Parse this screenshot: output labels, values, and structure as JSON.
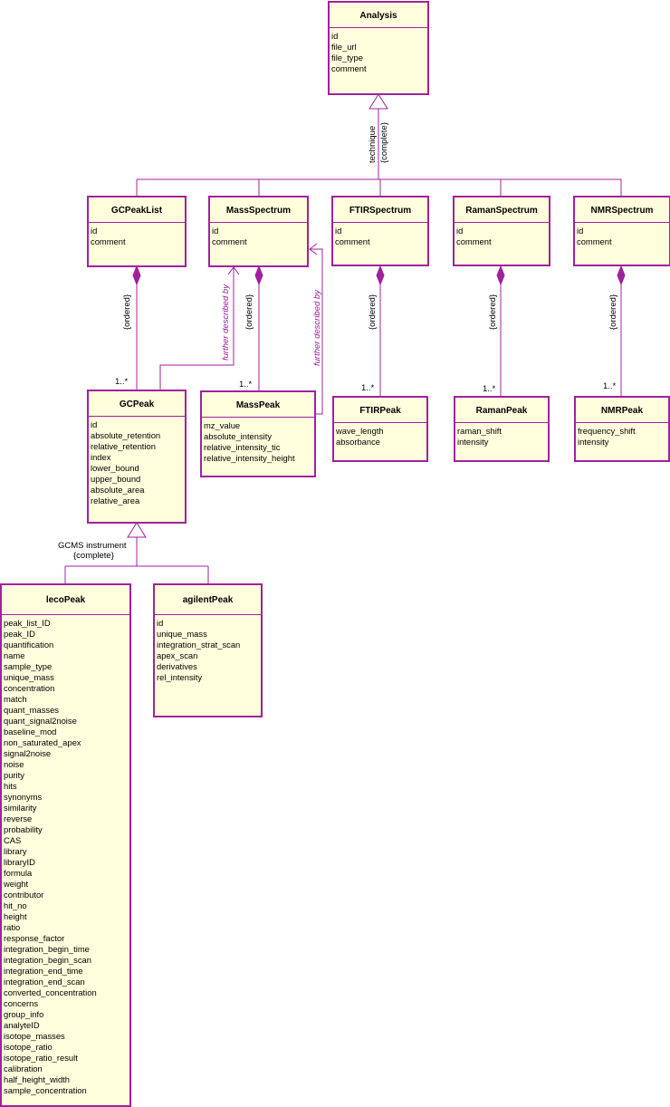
{
  "classes": {
    "analysis": {
      "name": "Analysis",
      "attrs": [
        "id",
        "file_url",
        "file_type",
        "comment"
      ]
    },
    "gcpeaklist": {
      "name": "GCPeakList",
      "attrs": [
        "id",
        "comment"
      ]
    },
    "massspectrum": {
      "name": "MassSpectrum",
      "attrs": [
        "id",
        "comment"
      ]
    },
    "ftirspectrum": {
      "name": "FTIRSpectrum",
      "attrs": [
        "id",
        "comment"
      ]
    },
    "ramanspectrum": {
      "name": "RamanSpectrum",
      "attrs": [
        "id",
        "comment"
      ]
    },
    "nmrspectrum": {
      "name": "NMRSpectrum",
      "attrs": [
        "id",
        "comment"
      ]
    },
    "gcpeak": {
      "name": "GCPeak",
      "attrs": [
        "id",
        "absolute_retention",
        "relative_retention",
        "index",
        "lower_bound",
        "upper_bound",
        "absolute_area",
        "relative_area"
      ]
    },
    "masspeak": {
      "name": "MassPeak",
      "attrs": [
        "mz_value",
        "absolute_intensity",
        "relative_intensity_tic",
        "relative_intensity_height"
      ]
    },
    "ftirpeak": {
      "name": "FTIRPeak",
      "attrs": [
        "wave_length",
        "absorbance"
      ]
    },
    "ramanpeak": {
      "name": "RamanPeak",
      "attrs": [
        "raman_shift",
        "intensity"
      ]
    },
    "nmrpeak": {
      "name": "NMRPeak",
      "attrs": [
        "frequency_shift",
        "intensity"
      ]
    },
    "lecopeak": {
      "name": "lecoPeak",
      "attrs": [
        "peak_list_ID",
        "peak_ID",
        "quantification",
        "name",
        "sample_type",
        "unique_mass",
        "concentration",
        "match",
        "quant_masses",
        "quant_signal2noise",
        "baseline_mod",
        "non_saturated_apex",
        "signal2noise",
        "noise",
        "purity",
        "hits",
        "synonyms",
        "similarity",
        "reverse",
        "probability",
        "CAS",
        "library",
        "libraryID",
        "formula",
        "weight",
        "contributor",
        "hit_no",
        "height",
        "ratio",
        "response_factor",
        "integration_begin_time",
        "integration_begin_scan",
        "integration_end_time",
        "integration_end_scan",
        "converted_concentration",
        "concerns",
        "group_info",
        "analyteID",
        "isotope_masses",
        "isotope_ratio",
        "isotope_ratio_result",
        "calibration",
        "half_height_width",
        "sample_concentration"
      ]
    },
    "agilentpeak": {
      "name": "agilentPeak",
      "attrs": [
        "id",
        "unique_mass",
        "integration_strat_scan",
        "apex_scan",
        "derivatives",
        "rel_intensity"
      ]
    }
  },
  "labels": {
    "technique": "technique",
    "technique_complete": "{complete}",
    "ordered": "{ordered}",
    "multiplicity": "1..*",
    "further_described_by": "further described by",
    "gcms_instrument": "GCMS instrument",
    "gcms_complete": "{complete}"
  },
  "colors": {
    "line": "#a0219f",
    "box_fill": "#ffffdd"
  }
}
